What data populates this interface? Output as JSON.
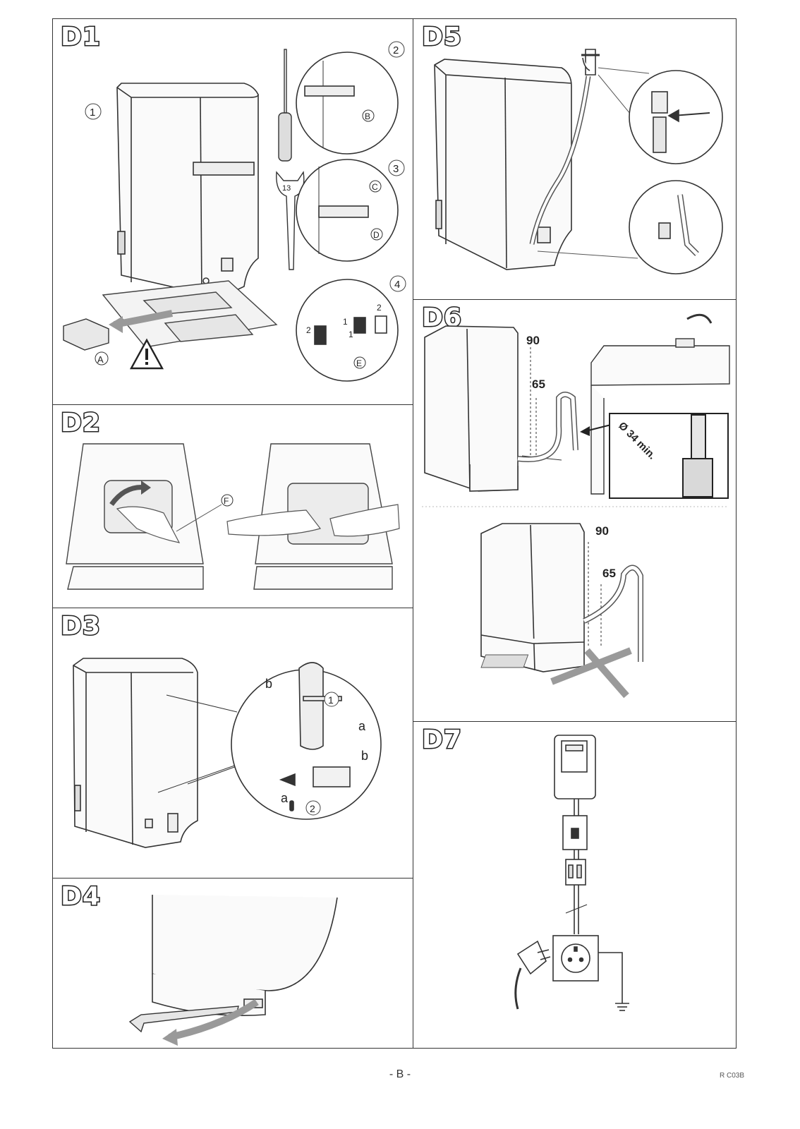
{
  "panels": {
    "d1": {
      "title": "D1",
      "step_labels": [
        "1",
        "2",
        "3",
        "4"
      ],
      "part_labels": [
        "A",
        "B",
        "C",
        "D",
        "E"
      ],
      "wrench_size": "13",
      "bracket_step_numbers": [
        "2",
        "1",
        "1",
        "2"
      ]
    },
    "d2": {
      "title": "D2",
      "part_label": "F"
    },
    "d3": {
      "title": "D3",
      "step_labels": [
        "1",
        "2"
      ],
      "action_labels": [
        "a",
        "b",
        "a",
        "b"
      ]
    },
    "d4": {
      "title": "D4"
    },
    "d5": {
      "title": "D5"
    },
    "d6": {
      "title": "D6",
      "heights_top": [
        "90",
        "65"
      ],
      "heights_bottom": [
        "90",
        "65"
      ],
      "diameter_label": "Ø 34 min."
    },
    "d7": {
      "title": "D7"
    }
  },
  "footer": {
    "page": "- B -",
    "code": "R C03B"
  },
  "icons": [
    "warning-icon",
    "screwdriver-icon",
    "wrench-icon",
    "faucet-icon",
    "socket-icon",
    "plug-icon",
    "ground-icon",
    "meter-icon",
    "arrow-icon"
  ]
}
